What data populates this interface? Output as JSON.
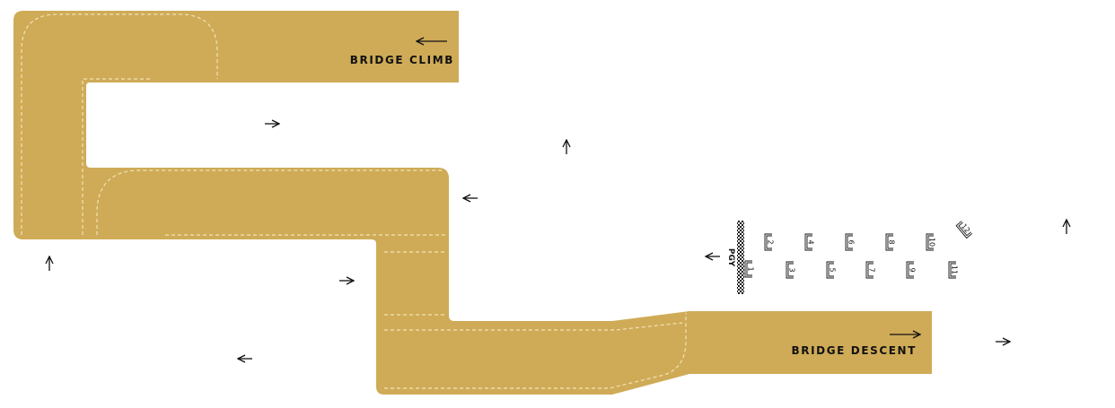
{
  "colors": {
    "track": "#cfab57",
    "track_line": "#f3e2b6",
    "ink": "#111111",
    "background": "#ffffff"
  },
  "labels": {
    "bridge_climb": "BRIDGE CLIMB",
    "bridge_descent": "BRIDGE DESCENT",
    "grid_marker": "PGY"
  },
  "arrows": {
    "climb": "left",
    "descent": "right",
    "flow": [
      "right",
      "up",
      "left",
      "up",
      "right",
      "left",
      "left",
      "up",
      "right"
    ]
  },
  "grid": {
    "start_line_icon": "checkered-start-line",
    "slots": [
      "1",
      "2",
      "3",
      "4",
      "5",
      "6",
      "7",
      "8",
      "9",
      "10",
      "11",
      "12"
    ]
  }
}
